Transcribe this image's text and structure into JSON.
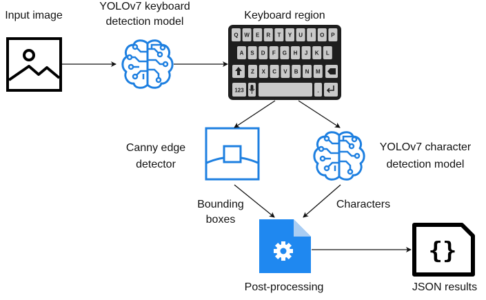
{
  "labels": {
    "input_image": "Input image",
    "yolo_keyboard_line1": "YOLOv7 keyboard",
    "yolo_keyboard_line2": "detection model",
    "keyboard_region": "Keyboard region",
    "canny_line1": "Canny edge",
    "canny_line2": "detector",
    "yolo_char_line1": "YOLOv7 character",
    "yolo_char_line2": "detection model",
    "bounding_line1": "Bounding",
    "bounding_line2": "boxes",
    "characters": "Characters",
    "post_processing": "Post-processing",
    "json_results": "JSON results"
  },
  "keyboard": {
    "row1": [
      "Q",
      "W",
      "E",
      "R",
      "T",
      "Y",
      "U",
      "I",
      "O",
      "P"
    ],
    "row2": [
      "A",
      "S",
      "D",
      "F",
      "G",
      "H",
      "J",
      "K",
      "L"
    ],
    "row3": [
      "Z",
      "X",
      "C",
      "V",
      "B",
      "N",
      "M"
    ],
    "numbers_key": "123",
    "period_key": "."
  },
  "json_icon_text": "{}",
  "colors": {
    "accent_blue": "#1d7fe0",
    "doc_blue": "#1f88f0",
    "doc_fold": "#a9cdf3",
    "keyboard_bg": "#1e1e1e",
    "key_bg": "#c9c9c9",
    "line": "#111111"
  }
}
